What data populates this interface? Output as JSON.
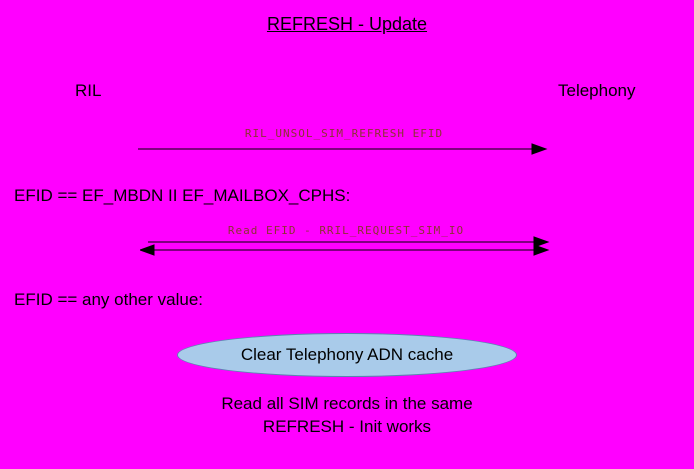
{
  "diagram": {
    "title": "REFRESH - Update",
    "participants": {
      "left": "RIL",
      "right": "Telephony"
    },
    "messages": [
      {
        "label": "RIL_UNSOL_SIM_REFRESH EFID",
        "direction": "right"
      },
      {
        "label": "Read EFID - RRIL_REQUEST_SIM_IO",
        "direction": "both"
      }
    ],
    "conditions": [
      "EFID == EF_MBDN II EF_MAILBOX_CPHS:",
      "EFID == any other value:"
    ],
    "ellipse_label": "Clear Telephony ADN cache",
    "footer_line1": "Read all SIM records in the same",
    "footer_line2": "REFRESH - Init works",
    "colors": {
      "background": "#FF00FF",
      "text": "#000000",
      "arrow_label": "#8B3333",
      "arrow_line": "#000000",
      "ellipse_fill": "#A9CBEA",
      "ellipse_border": "#5B84B1"
    }
  }
}
